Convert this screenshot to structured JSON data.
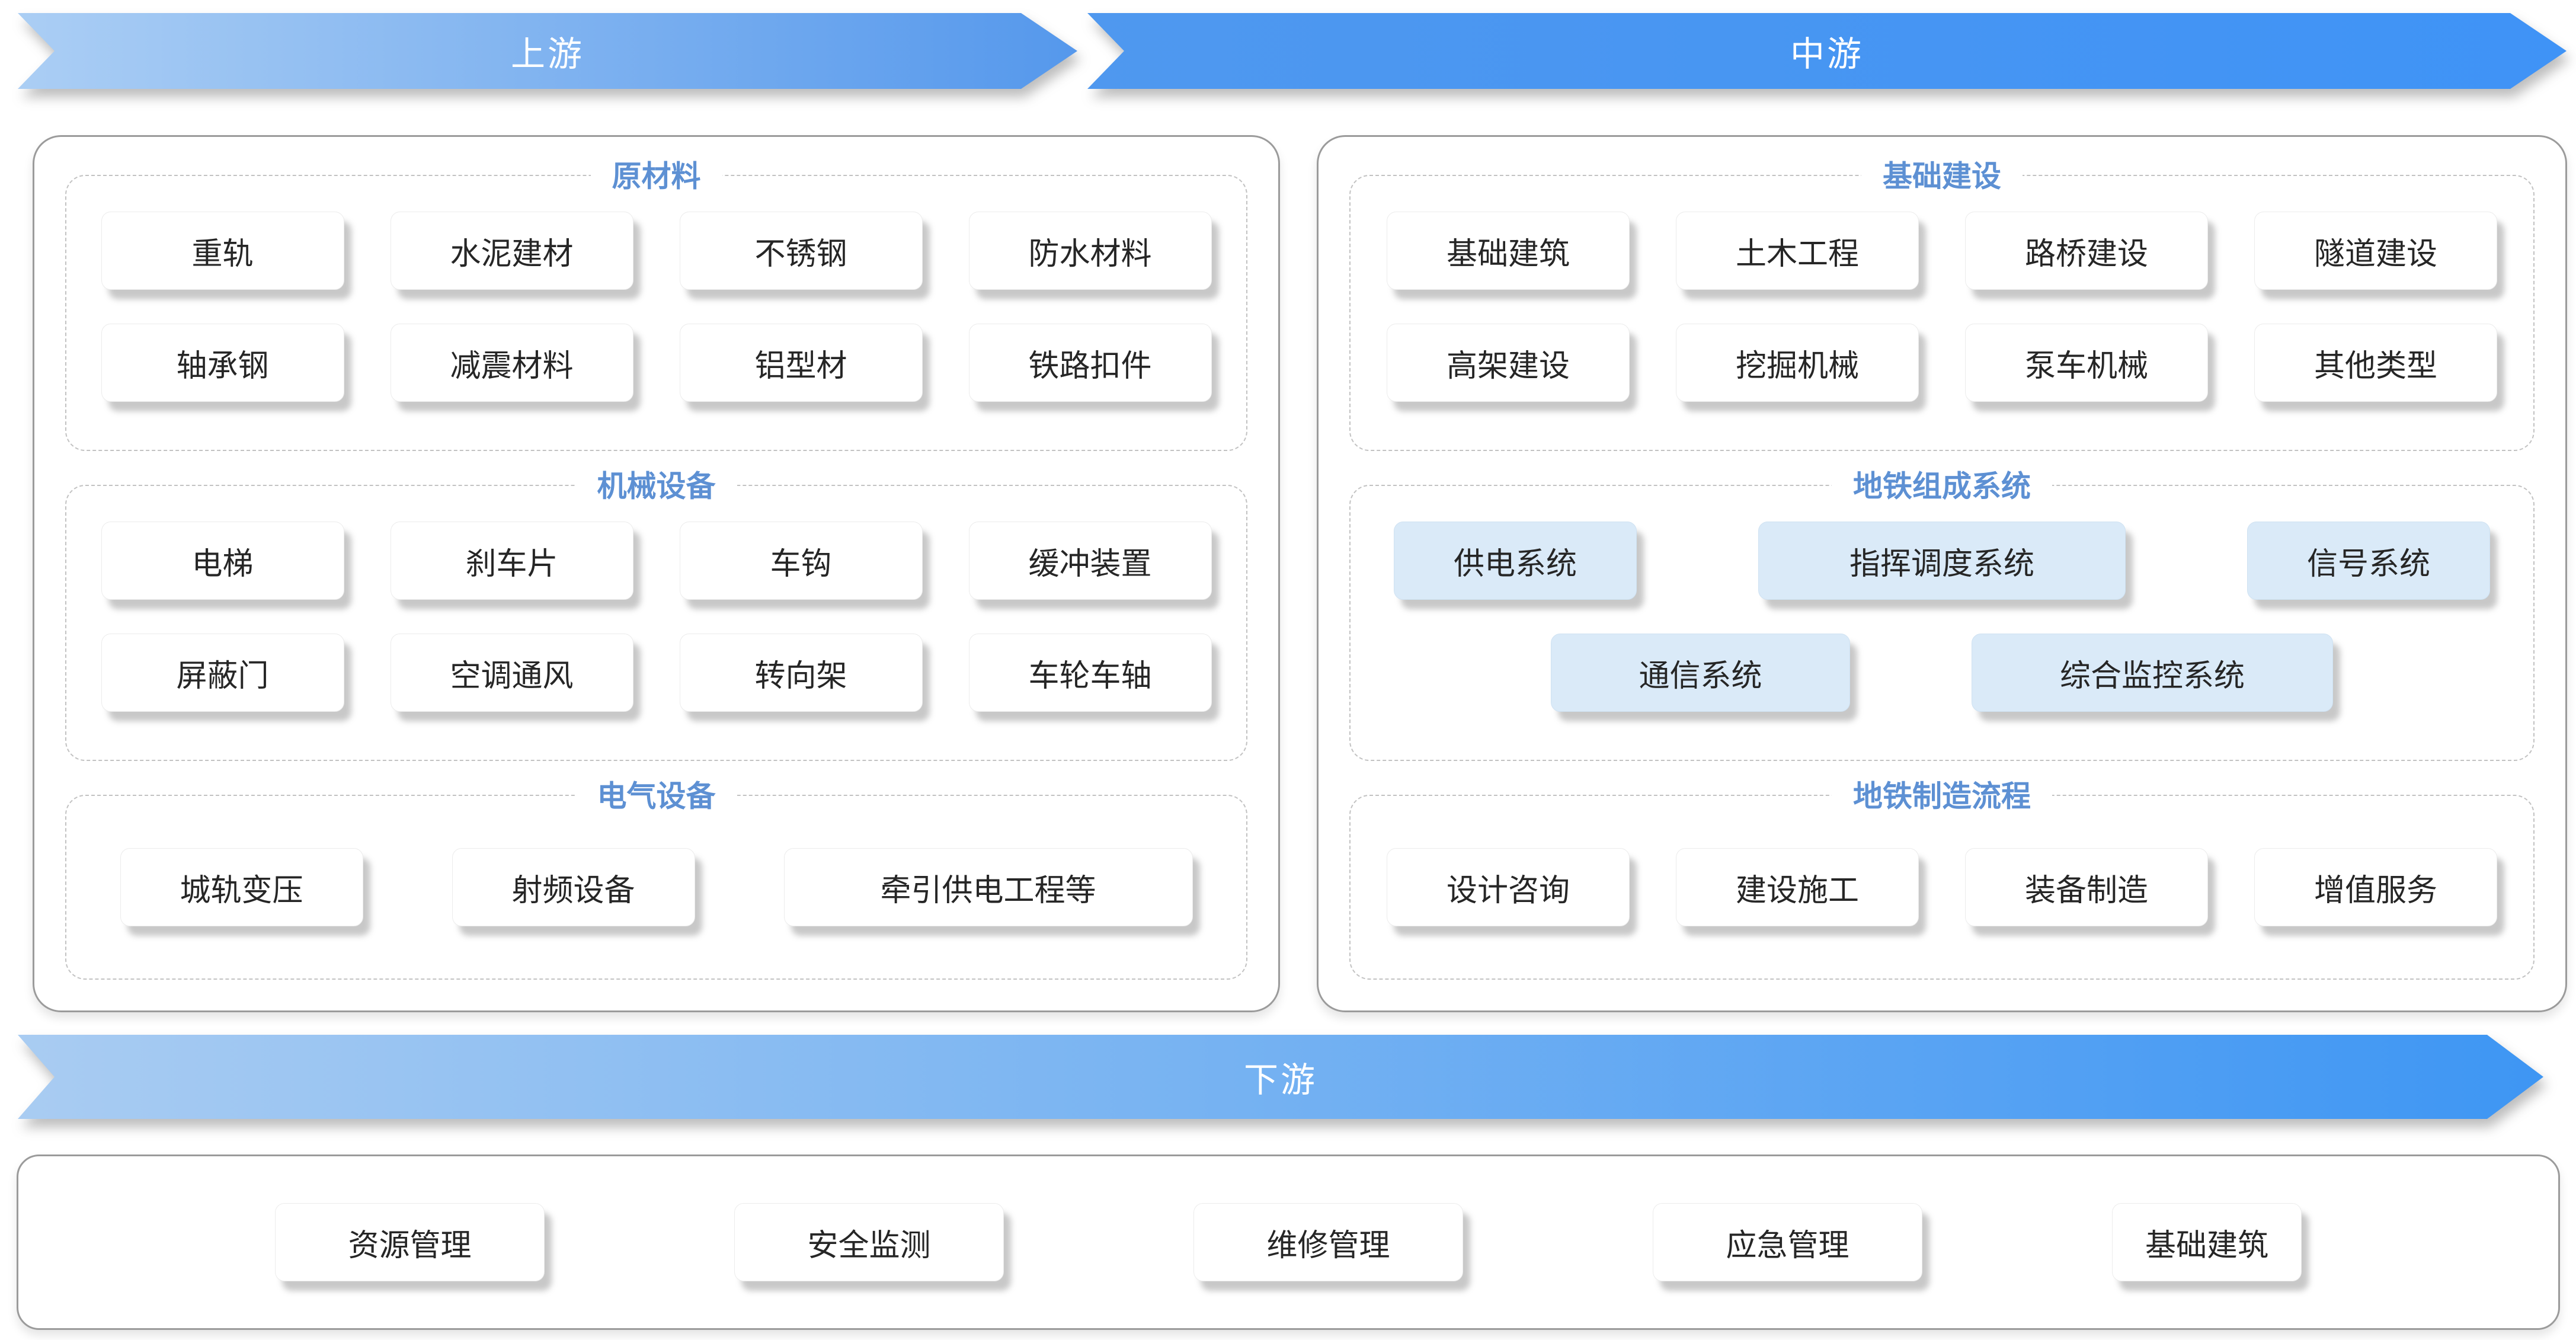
{
  "banners": {
    "upstream": "上游",
    "midstream": "中游",
    "downstream": "下游"
  },
  "panels": {
    "upstream": {
      "sections": [
        {
          "title": "原材料",
          "rows": [
            [
              "重轨",
              "水泥建材",
              "不锈钢",
              "防水材料"
            ],
            [
              "轴承钢",
              "减震材料",
              "铝型材",
              "铁路扣件"
            ]
          ]
        },
        {
          "title": "机械设备",
          "rows": [
            [
              "电梯",
              "刹车片",
              "车钩",
              "缓冲装置"
            ],
            [
              "屏蔽门",
              "空调通风",
              "转向架",
              "车轮车轴"
            ]
          ]
        },
        {
          "title": "电气设备",
          "rows": [
            [
              "城轨变压",
              "射频设备",
              "牵引供电工程等"
            ]
          ]
        }
      ]
    },
    "midstream": {
      "sections": [
        {
          "title": "基础建设",
          "rows": [
            [
              "基础建筑",
              "土木工程",
              "路桥建设",
              "隧道建设"
            ],
            [
              "高架建设",
              "挖掘机械",
              "泵车机械",
              "其他类型"
            ]
          ]
        },
        {
          "title": "地铁组成系统",
          "highlight": true,
          "rows": [
            [
              "供电系统",
              "指挥调度系统",
              "信号系统"
            ],
            [
              "通信系统",
              "综合监控系统"
            ]
          ]
        },
        {
          "title": "地铁制造流程",
          "rows": [
            [
              "设计咨询",
              "建设施工",
              "装备制造",
              "增值服务"
            ]
          ]
        }
      ]
    },
    "downstream": {
      "items": [
        "资源管理",
        "安全监测",
        "维修管理",
        "应急管理",
        "基础建筑"
      ]
    }
  },
  "colors": {
    "upstream_from": "#abcef4",
    "upstream_to": "#5598ec",
    "midstream_from": "#4f98ef",
    "midstream_to": "#3f93f6",
    "downstream_from": "#a9ccf2",
    "downstream_to": "#3e96f3",
    "section_title": "#5d90d3",
    "item_text": "#262626",
    "highlight_bg": "#daeaf8",
    "panel_border": "#9b9b9b",
    "dash_border": "#c2c2c2"
  }
}
